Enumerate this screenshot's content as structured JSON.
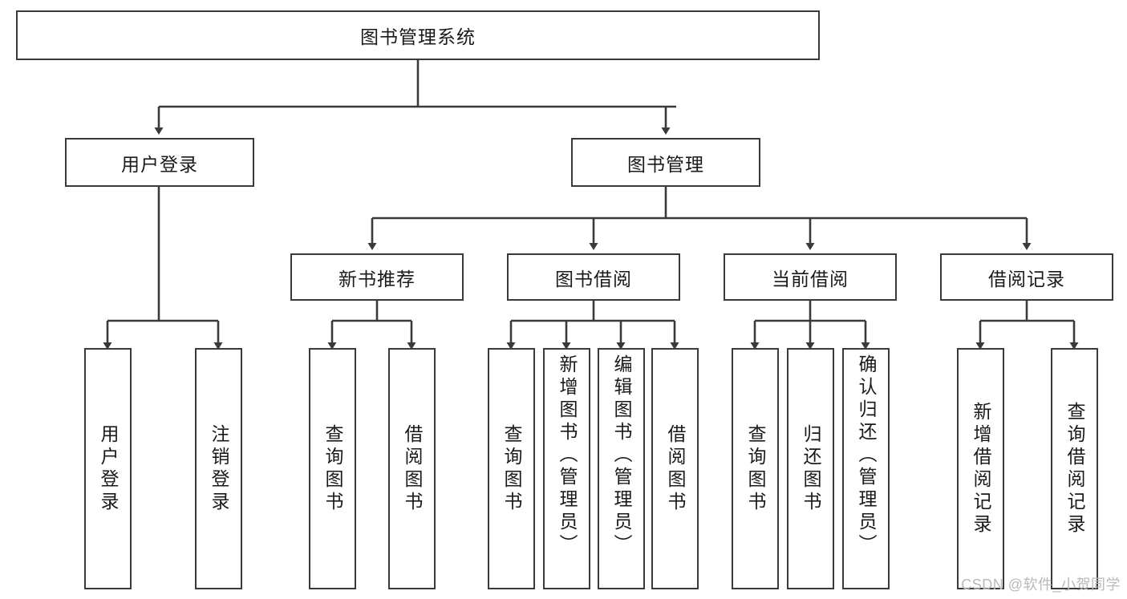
{
  "diagram": {
    "type": "tree",
    "title": "图书管理系统",
    "colors": {
      "node_border": "#3a3a3a",
      "node_fill": "#ffffff",
      "edge": "#3a3a3a",
      "text": "#1a1a1a",
      "watermark": "#b9b9b9"
    },
    "root": {
      "label": "图书管理系统",
      "orientation": "horizontal"
    },
    "level2": [
      {
        "id": "user-login",
        "label": "用户登录",
        "orientation": "horizontal"
      },
      {
        "id": "book-manage",
        "label": "图书管理",
        "orientation": "horizontal"
      }
    ],
    "level3": [
      {
        "id": "new-book-recommend",
        "label": "新书推荐",
        "orientation": "horizontal",
        "parent": "book-manage"
      },
      {
        "id": "book-borrow",
        "label": "图书借阅",
        "orientation": "horizontal",
        "parent": "book-manage"
      },
      {
        "id": "current-borrow",
        "label": "当前借阅",
        "orientation": "horizontal",
        "parent": "book-manage"
      },
      {
        "id": "borrow-record",
        "label": "借阅记录",
        "orientation": "horizontal",
        "parent": "book-manage"
      }
    ],
    "leaves": [
      {
        "id": "leaf-user-login",
        "label": "用户登录",
        "parent": "user-login",
        "orientation": "vertical"
      },
      {
        "id": "leaf-user-logout",
        "label": "注销登录",
        "parent": "user-login",
        "orientation": "vertical"
      },
      {
        "id": "leaf-query-book-1",
        "label": "查询图书",
        "parent": "new-book-recommend",
        "orientation": "vertical"
      },
      {
        "id": "leaf-borrow-book-1",
        "label": "借阅图书",
        "parent": "new-book-recommend",
        "orientation": "vertical"
      },
      {
        "id": "leaf-query-book-2",
        "label": "查询图书",
        "parent": "book-borrow",
        "orientation": "vertical"
      },
      {
        "id": "leaf-add-book",
        "label": "新增图书（管理员）",
        "parent": "book-borrow",
        "orientation": "vertical"
      },
      {
        "id": "leaf-edit-book",
        "label": "编辑图书（管理员）",
        "parent": "book-borrow",
        "orientation": "vertical"
      },
      {
        "id": "leaf-borrow-book-2",
        "label": "借阅图书",
        "parent": "book-borrow",
        "orientation": "vertical"
      },
      {
        "id": "leaf-query-book-3",
        "label": "查询图书",
        "parent": "current-borrow",
        "orientation": "vertical"
      },
      {
        "id": "leaf-return-book",
        "label": "归还图书",
        "parent": "current-borrow",
        "orientation": "vertical"
      },
      {
        "id": "leaf-confirm-return",
        "label": "确认归还（管理员）",
        "parent": "current-borrow",
        "orientation": "vertical"
      },
      {
        "id": "leaf-add-record",
        "label": "新增借阅记录",
        "parent": "borrow-record",
        "orientation": "vertical"
      },
      {
        "id": "leaf-query-record",
        "label": "查询借阅记录",
        "parent": "borrow-record",
        "orientation": "vertical"
      }
    ]
  },
  "watermark": {
    "text": "CSDN @软件_小贺同学"
  }
}
